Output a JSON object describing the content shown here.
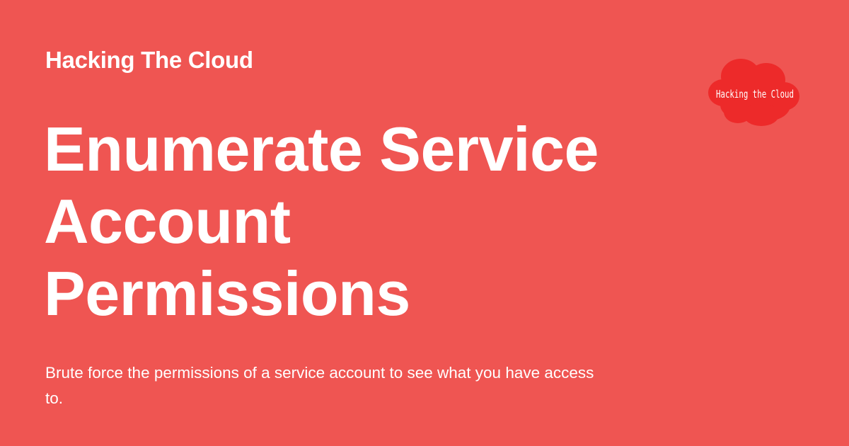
{
  "site": {
    "name": "Hacking The Cloud"
  },
  "page": {
    "title_lines": [
      "Enumerate Service",
      "Account",
      "Permissions"
    ],
    "description": "Brute force the permissions of a service account to see what you have access to."
  },
  "logo": {
    "text": "Hacking the Cloud",
    "icon": "cloud-logo-icon",
    "color": "#ed2a2a"
  },
  "colors": {
    "background": "#ef5552",
    "text": "#ffffff"
  }
}
